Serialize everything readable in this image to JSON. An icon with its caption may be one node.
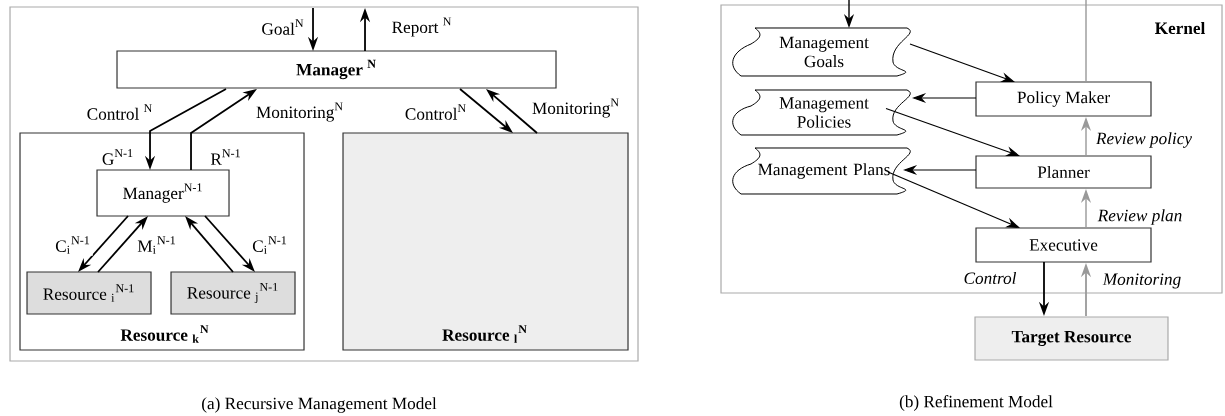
{
  "diagram": {
    "nodes": [
      {
        "text": [
          "Manager $^{N}$"
        ]
      },
      {
        "text": [
          "Resource $_{k}$$^{N}$"
        ]
      },
      {
        "text": [
          "Manager$^{N-1}$"
        ],
        "in": 1
      },
      {
        "text": [
          "Resource $_{i}$$^{N-1}$"
        ],
        "in": 1
      },
      {
        "text": [
          "Resource $_{j}$$^{N-1}$"
        ],
        "in": 1
      },
      {
        "text": [
          "Resource $_{l}$$^{N}$"
        ]
      },
      {
        "text": [
          "Kernel"
        ]
      },
      {
        "text": [
          "Management Goals"
        ],
        "in": 6
      },
      {
        "text": [
          "Management Policies"
        ],
        "in": 6
      },
      {
        "text": [
          "Management Plans"
        ],
        "in": 6
      },
      {
        "text": [
          "Policy Maker"
        ],
        "in": 6
      },
      {
        "text": [
          "Planner"
        ],
        "in": 6
      },
      {
        "text": [
          "Executive"
        ],
        "in": 6
      },
      {
        "text": [
          "Target Resource"
        ]
      }
    ],
    "edges": [
      {
        "from": null,
        "to": 0,
        "arrow": "to",
        "label": "Goal$^{N}$"
      },
      {
        "from": 0,
        "to": null,
        "arrow": "to",
        "label": "Report $^{N}$"
      },
      {
        "from": 0,
        "to": 2,
        "arrow": "to",
        "label": "Control $^{N}$"
      },
      {
        "from": 2,
        "to": 0,
        "arrow": "to",
        "label": "Monitoring$^{N}$"
      },
      {
        "from": 0,
        "to": 5,
        "arrow": "to",
        "label": "Control$^{N}$"
      },
      {
        "from": 5,
        "to": 0,
        "arrow": "to",
        "label": "Monitoring$^{N}$"
      },
      {
        "from": 2,
        "to": 3,
        "arrow": "to",
        "label": "C$_{i}$$^{N-1}$"
      },
      {
        "from": 3,
        "to": 2,
        "arrow": "to",
        "label": "M$_{i}$$^{N-1}$"
      },
      {
        "from": 4,
        "to": 2,
        "arrow": "to"
      },
      {
        "from": 2,
        "to": 4,
        "arrow": "to",
        "label": "C$_{i}$$^{N-1}$"
      },
      {
        "from": null,
        "to": 7,
        "arrow": "to"
      },
      {
        "from": 7,
        "to": 10,
        "arrow": "to"
      },
      {
        "from": 10,
        "to": 8,
        "arrow": "to"
      },
      {
        "from": 8,
        "to": 11,
        "arrow": "to"
      },
      {
        "from": 11,
        "to": 9,
        "arrow": "to"
      },
      {
        "from": 9,
        "to": 12,
        "arrow": "to"
      },
      {
        "from": 12,
        "to": 11,
        "arrow": "to",
        "label": "Review plan",
        "color": "#999999"
      },
      {
        "from": 11,
        "to": 10,
        "arrow": "to",
        "label": "Review policy",
        "color": "#999999"
      },
      {
        "from": 12,
        "to": 13,
        "arrow": "to",
        "label": "Control"
      },
      {
        "from": 13,
        "to": 12,
        "arrow": "to",
        "label": "Monitoring",
        "color": "#999999"
      },
      {
        "from": 10,
        "to": null,
        "arrow": "none",
        "color": "#999999"
      }
    ],
    "labels": [
      "G$^{N-1}$",
      "R$^{N-1}$",
      "(a) Recursive Management Model",
      "(b) Refinement Model"
    ]
  }
}
